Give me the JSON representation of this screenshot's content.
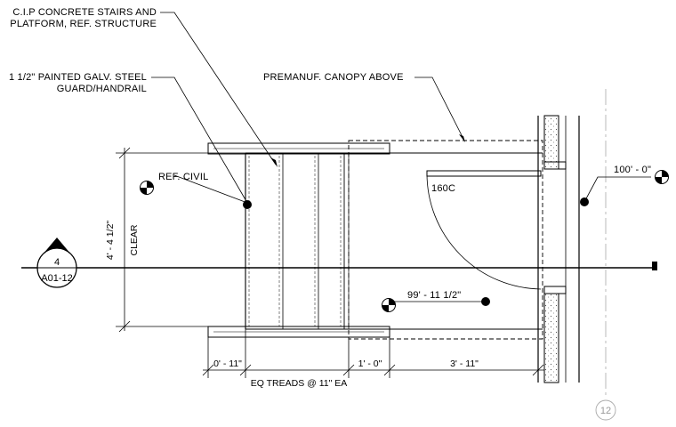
{
  "notes": {
    "cip_line1": "C.I.P CONCRETE STAIRS AND",
    "cip_line2": "PLATFORM, REF. STRUCTURE",
    "guard_line1": "1 1/2\" PAINTED GALV. STEEL",
    "guard_line2": "GUARD/HANDRAIL",
    "canopy": "PREMANUF. CANOPY ABOVE",
    "ref_civil": "REF. CIVIL",
    "door_tag": "160C",
    "elev_top": "100' - 0\"",
    "elev_low": "99' - 11 1/2\""
  },
  "dimensions": {
    "clear_width": "4' - 4 1/2\"",
    "clear_label": "CLEAR",
    "tread_left": "0' - 11\"",
    "seg_mid": "1' - 0\"",
    "seg_right": "3' - 11\"",
    "treads_note": "EQ TREADS @ 11\" EA"
  },
  "section_marker": {
    "number": "4",
    "sheet": "A01-12"
  },
  "grid_bubble": {
    "label": "12"
  }
}
